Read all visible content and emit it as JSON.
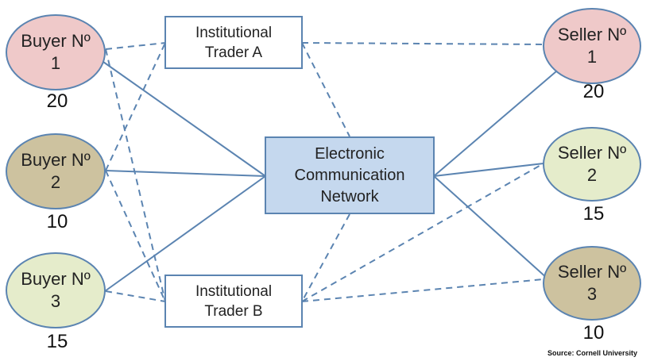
{
  "colors": {
    "line": "#5b84b1",
    "pink": "#efc9c9",
    "tan": "#cdc29f",
    "lightgreen": "#e5eccb",
    "ecn_fill": "#c5d8ee"
  },
  "buyers": [
    {
      "line1": "Buyer Nº",
      "line2": "1",
      "quantity": "20"
    },
    {
      "line1": "Buyer Nº",
      "line2": "2",
      "quantity": "10"
    },
    {
      "line1": "Buyer Nº",
      "line2": "3",
      "quantity": "15"
    }
  ],
  "sellers": [
    {
      "line1": "Seller Nº",
      "line2": "1",
      "quantity": "20"
    },
    {
      "line1": "Seller Nº",
      "line2": "2",
      "quantity": "15"
    },
    {
      "line1": "Seller Nº",
      "line2": "3",
      "quantity": "10"
    }
  ],
  "trader_a": {
    "line1": "Institutional",
    "line2": "Trader A"
  },
  "trader_b": {
    "line1": "Institutional",
    "line2": "Trader B"
  },
  "ecn": {
    "line1": "Electronic",
    "line2": "Communication",
    "line3": "Network"
  },
  "source": "Source: Cornell University"
}
